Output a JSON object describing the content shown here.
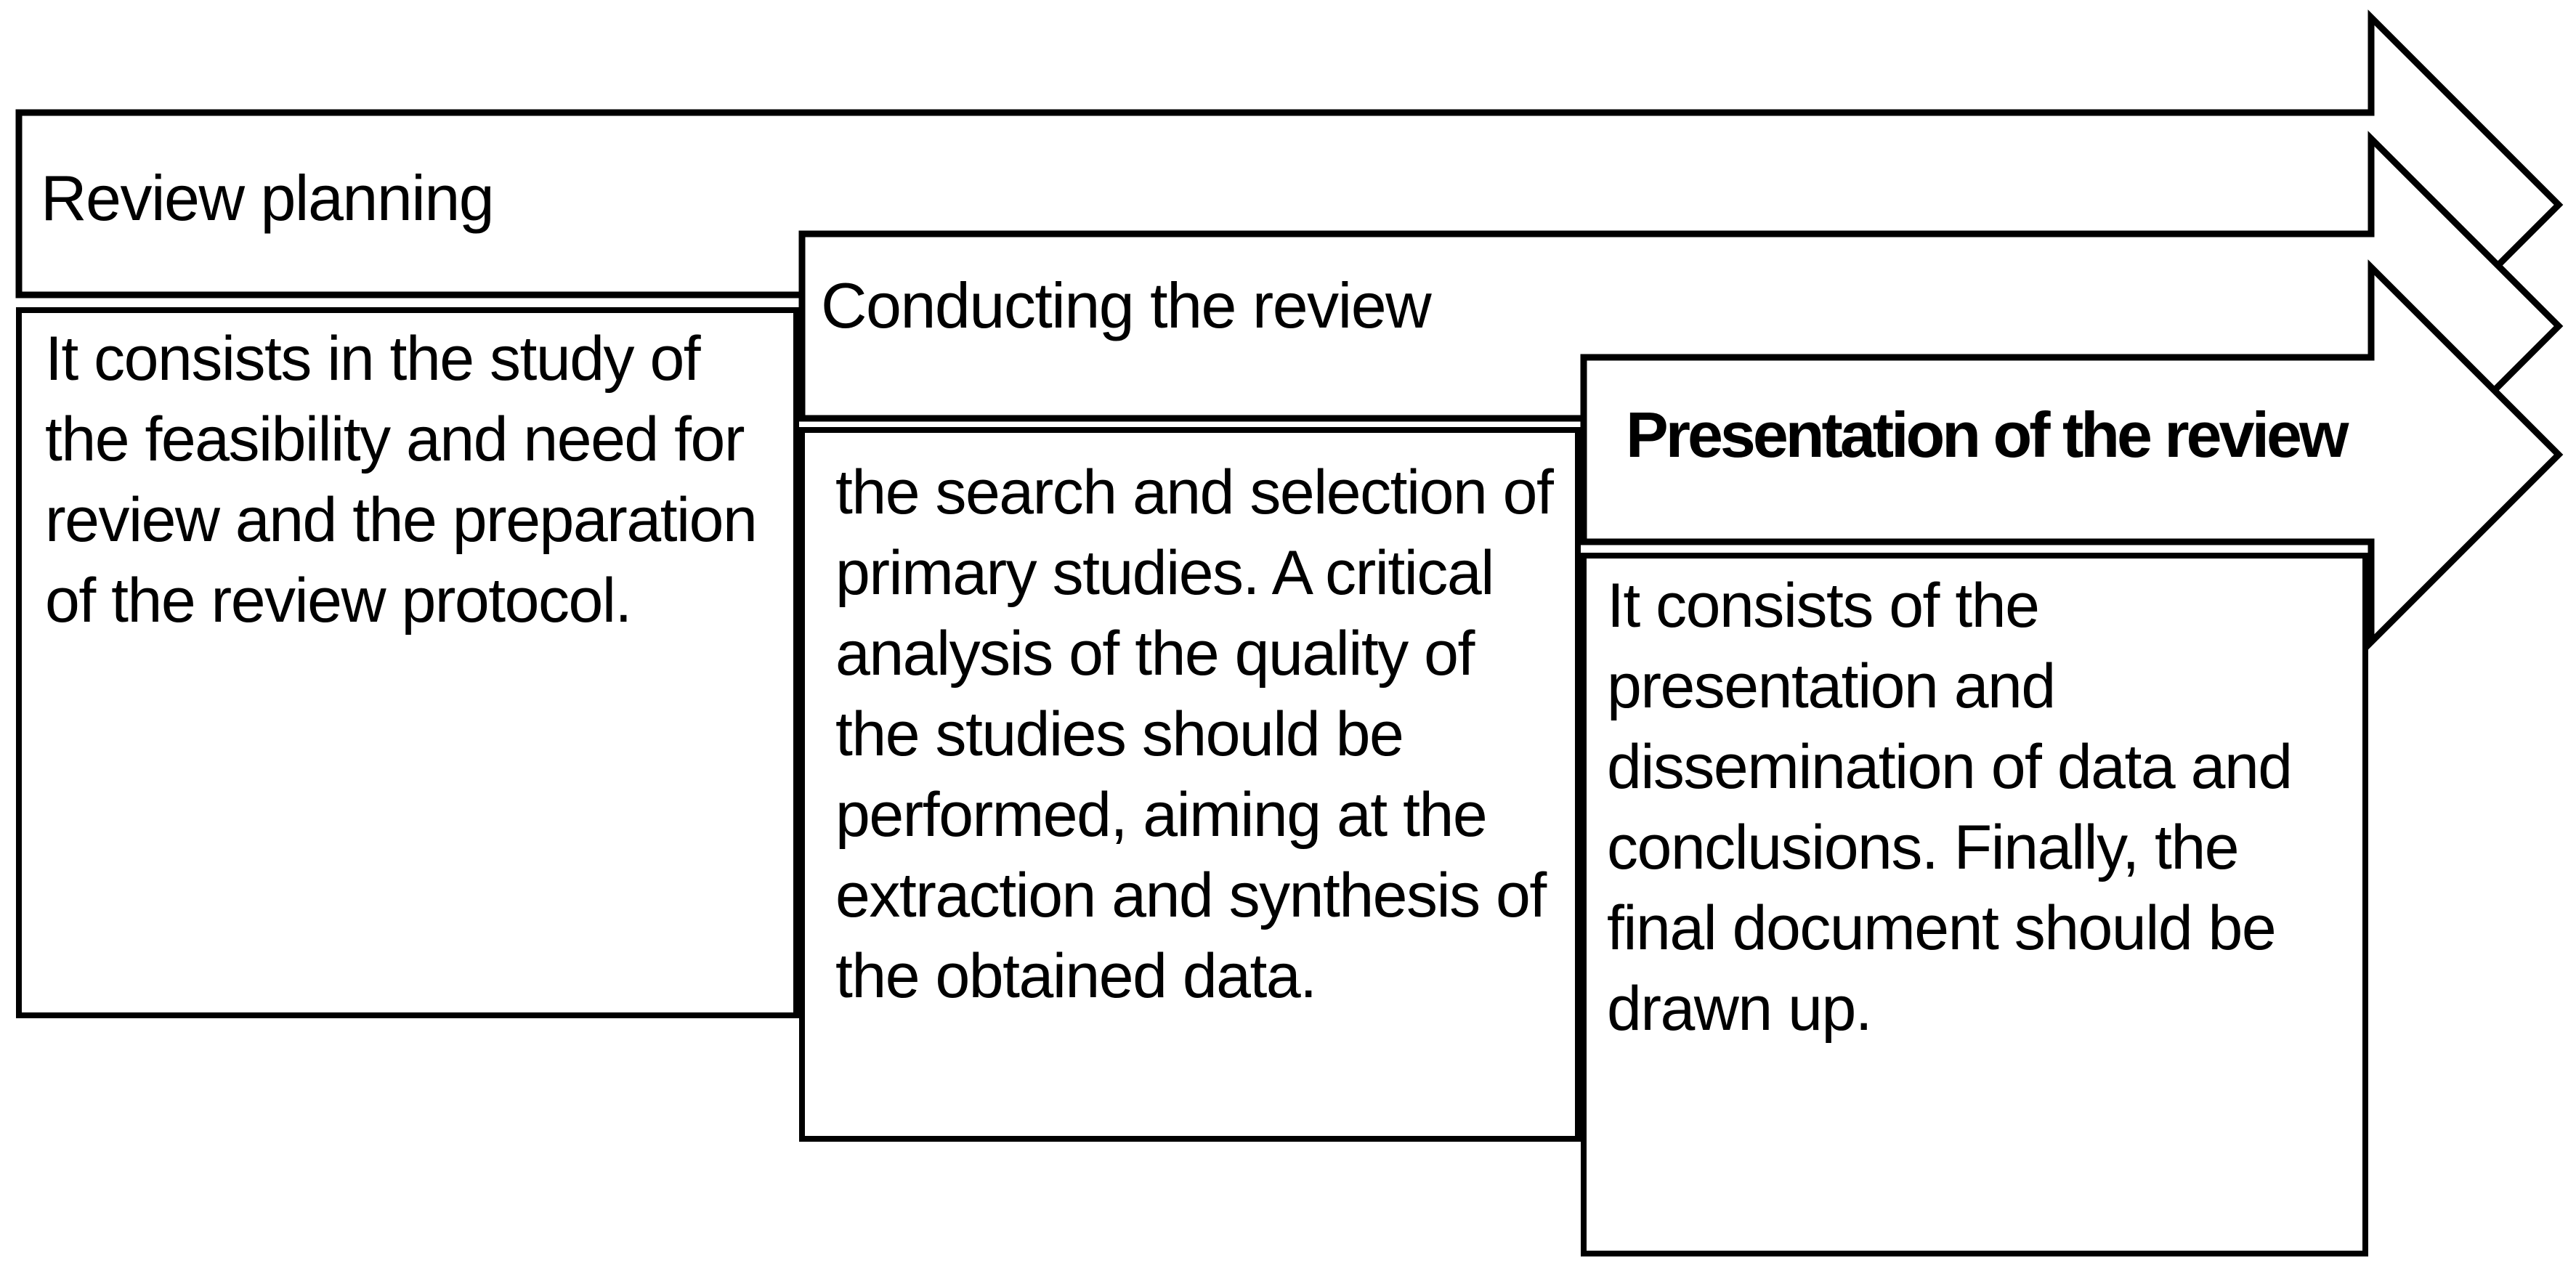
{
  "figure": {
    "type": "process-flow-diagram",
    "background_color": "#ffffff",
    "line_color": "#000000",
    "text_color": "#000000",
    "shape_fill_color": "#ffffff",
    "stages": [
      {
        "title": "Review planning",
        "title_emphasis": "normal",
        "description_lines": [
          "It consists in the study of",
          "the feasibility and need for",
          "review and the preparation",
          "of the review protocol."
        ]
      },
      {
        "title": "Conducting the review",
        "title_emphasis": "normal",
        "description_lines": [
          "the search and selection of",
          "primary studies. A critical",
          "analysis of the quality of",
          "the studies should be",
          "performed, aiming at the",
          "extraction and synthesis of",
          "the obtained data."
        ]
      },
      {
        "title": "Presentation of the review",
        "title_emphasis": "bold",
        "description_lines": [
          "It consists of the",
          "presentation and",
          "dissemination of data and",
          "conclusions. Finally, the",
          "final document should be",
          "drawn up."
        ]
      }
    ]
  }
}
